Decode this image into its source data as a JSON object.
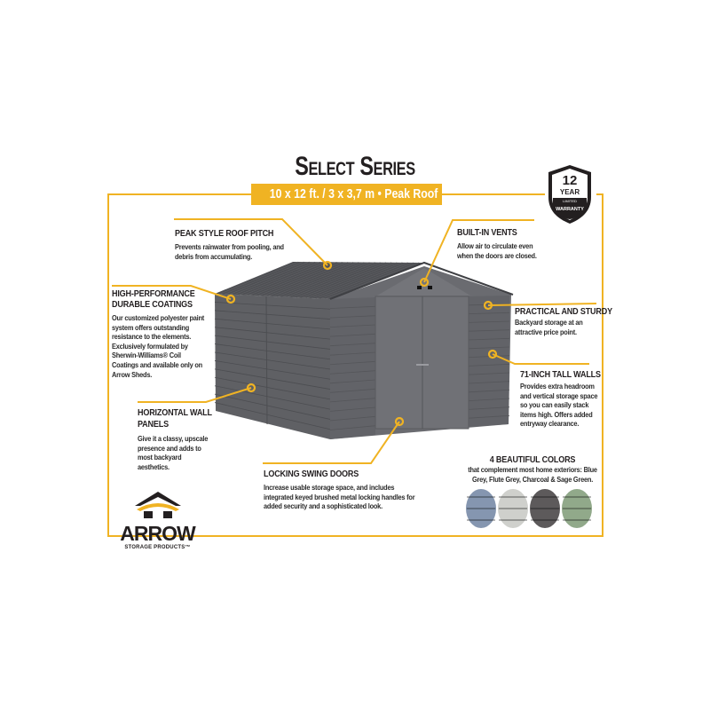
{
  "title": "Select Series",
  "subtitle": "10 x 12 ft. / 3 x 3,7 m  •  Peak Roof",
  "accent_color": "#f0b323",
  "badge": {
    "number": "12",
    "unit": "YEAR",
    "small": "LIMITED",
    "label": "WARRANTY"
  },
  "features": [
    {
      "heading": "PEAK STYLE ROOF PITCH",
      "text": "Prevents rainwater from pooling, and debris from accumulating."
    },
    {
      "heading": "BUILT-IN VENTS",
      "text": "Allow air to circulate even when the doors are closed."
    },
    {
      "heading": "HIGH-PERFORMANCE DURABLE COATINGS",
      "text": "Our customized polyester paint system offers outstanding resistance to the elements. Exclusively formulated by Sherwin-Williams® Coil Coatings and available only on Arrow Sheds."
    },
    {
      "heading": "PRACTICAL AND STURDY",
      "text": "Backyard storage at an attractive price point."
    },
    {
      "heading": "71-INCH TALL WALLS",
      "text": "Provides extra headroom and vertical storage space so you can easily stack items high. Offers added entryway clearance."
    },
    {
      "heading": "HORIZONTAL WALL PANELS",
      "text": "Give it a classy, upscale presence and adds to most backyard aesthetics."
    },
    {
      "heading": "LOCKING SWING DOORS",
      "text": "Increase usable storage space, and includes integrated keyed brushed metal locking handles for added security and a sophisticated look."
    }
  ],
  "colors": {
    "heading": "4 BEAUTIFUL COLORS",
    "text": "that complement most home exteriors: Blue Grey, Flute Grey, Charcoal & Sage Green.",
    "swatches": [
      {
        "name": "Blue Grey",
        "hex": "#8596b0"
      },
      {
        "name": "Flute Grey",
        "hex": "#cfd0cc"
      },
      {
        "name": "Charcoal",
        "hex": "#5d5a5b"
      },
      {
        "name": "Sage Green",
        "hex": "#91a98a"
      }
    ]
  },
  "logo": {
    "word": "ARROW",
    "sub": "STORAGE PRODUCTS™"
  }
}
